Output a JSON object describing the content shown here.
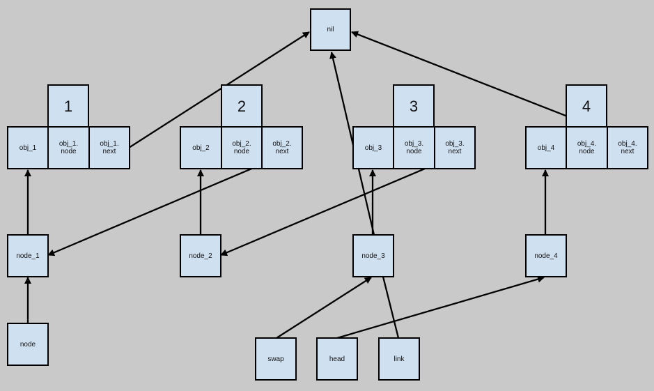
{
  "nil": "nil",
  "objects": [
    {
      "number": "1",
      "self": "obj_1",
      "node": "obj_1.\nnode",
      "next": "obj_1.\nnext"
    },
    {
      "number": "2",
      "self": "obj_2",
      "node": "obj_2.\nnode",
      "next": "obj_2.\nnext"
    },
    {
      "number": "3",
      "self": "obj_3",
      "node": "obj_3.\nnode",
      "next": "obj_3.\nnext"
    },
    {
      "number": "4",
      "self": "obj_4",
      "node": "obj_4.\nnode",
      "next": "obj_4.\nnext"
    }
  ],
  "nodes": [
    "node_1",
    "node_2",
    "node_3",
    "node_4"
  ],
  "vars": {
    "node": "node",
    "swap": "swap",
    "head": "head",
    "link": "link"
  },
  "colors": {
    "background": "#c9c9c9",
    "box_fill": "#cfe0f1",
    "stroke": "#000000"
  }
}
